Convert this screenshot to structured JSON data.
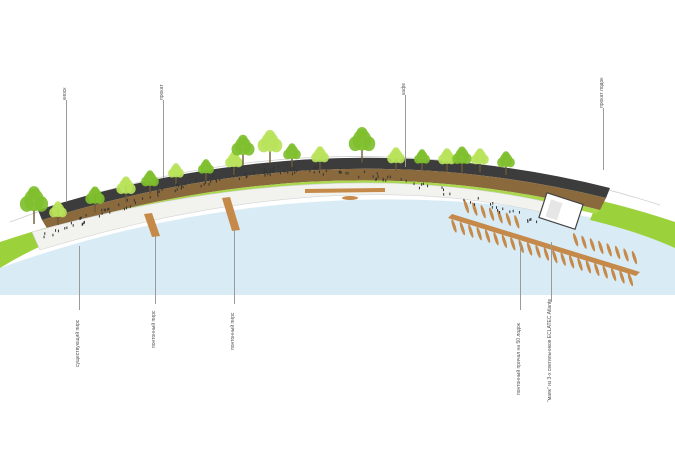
{
  "labels_top": [
    {
      "id": "kiosk",
      "text": "киоск"
    },
    {
      "id": "rental",
      "text": "прокат"
    },
    {
      "id": "cafe",
      "text": "кафе"
    },
    {
      "id": "boat-rental",
      "text": "прокат лодок"
    }
  ],
  "labels_bottom": [
    {
      "id": "existing-pier",
      "text": "существующий пирс"
    },
    {
      "id": "pontoon-pier-1",
      "text": "понтонный пирс"
    },
    {
      "id": "pontoon-pier-2",
      "text": "понтонный пирс"
    },
    {
      "id": "pontoon-mooring",
      "text": "понтонный причал на 50 лодок"
    },
    {
      "id": "lanterns",
      "text": "\"маяк\" из 3-х светильников ECLATEC Atlante"
    }
  ],
  "colors": {
    "water": "#d9ecf6",
    "grass": "#9bd13a",
    "promenade": "#f2f2ee",
    "wood": "#c58a4a",
    "dark_band": "#3c3c3c",
    "tree_light": "#b9e35a",
    "tree_dark": "#7fbf2e"
  }
}
